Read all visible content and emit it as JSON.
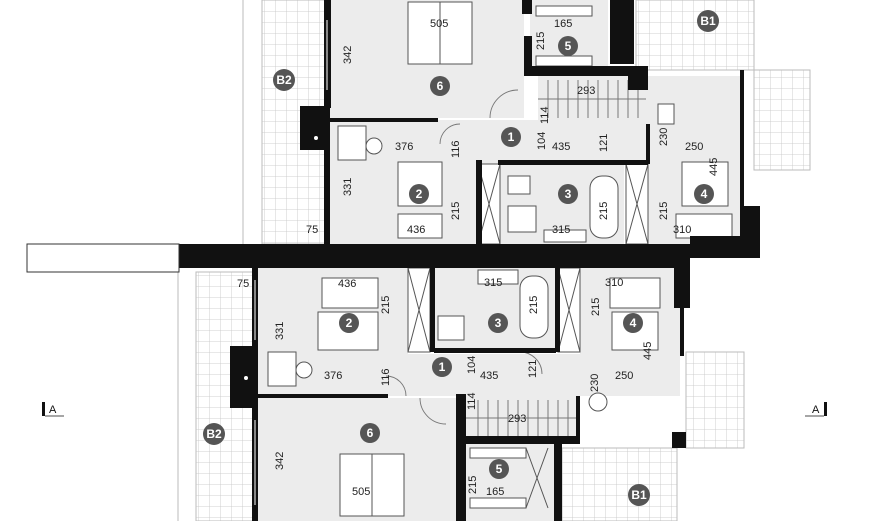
{
  "plan": {
    "colors": {
      "wall": "#111111",
      "floor": "#ececec",
      "badge": "#555555",
      "terrace_line": "#c4c4c4",
      "fixture_line": "#555555"
    },
    "room_badges": [
      {
        "label": "6",
        "unit": "upper"
      },
      {
        "label": "5",
        "unit": "upper"
      },
      {
        "label": "1",
        "unit": "upper"
      },
      {
        "label": "2",
        "unit": "upper"
      },
      {
        "label": "3",
        "unit": "upper"
      },
      {
        "label": "4",
        "unit": "upper"
      },
      {
        "label": "B1",
        "unit": "upper"
      },
      {
        "label": "B2",
        "unit": "upper"
      },
      {
        "label": "2",
        "unit": "lower"
      },
      {
        "label": "3",
        "unit": "lower"
      },
      {
        "label": "4",
        "unit": "lower"
      },
      {
        "label": "1",
        "unit": "lower"
      },
      {
        "label": "6",
        "unit": "lower"
      },
      {
        "label": "5",
        "unit": "lower"
      },
      {
        "label": "B2",
        "unit": "lower"
      },
      {
        "label": "B1",
        "unit": "lower"
      }
    ],
    "dimensions": [
      {
        "text": "505",
        "unit": "upper"
      },
      {
        "text": "165",
        "unit": "upper"
      },
      {
        "text": "342",
        "unit": "upper"
      },
      {
        "text": "215",
        "unit": "upper"
      },
      {
        "text": "293",
        "unit": "upper"
      },
      {
        "text": "114",
        "unit": "upper"
      },
      {
        "text": "376",
        "unit": "upper"
      },
      {
        "text": "116",
        "unit": "upper"
      },
      {
        "text": "104",
        "unit": "upper"
      },
      {
        "text": "435",
        "unit": "upper"
      },
      {
        "text": "121",
        "unit": "upper"
      },
      {
        "text": "230",
        "unit": "upper"
      },
      {
        "text": "250",
        "unit": "upper"
      },
      {
        "text": "331",
        "unit": "upper"
      },
      {
        "text": "215",
        "unit": "upper"
      },
      {
        "text": "215",
        "unit": "upper"
      },
      {
        "text": "215",
        "unit": "upper"
      },
      {
        "text": "445",
        "unit": "upper"
      },
      {
        "text": "75",
        "unit": "upper"
      },
      {
        "text": "436",
        "unit": "upper"
      },
      {
        "text": "315",
        "unit": "upper"
      },
      {
        "text": "310",
        "unit": "upper"
      },
      {
        "text": "436",
        "unit": "lower"
      },
      {
        "text": "75",
        "unit": "lower"
      },
      {
        "text": "315",
        "unit": "lower"
      },
      {
        "text": "310",
        "unit": "lower"
      },
      {
        "text": "331",
        "unit": "lower"
      },
      {
        "text": "215",
        "unit": "lower"
      },
      {
        "text": "215",
        "unit": "lower"
      },
      {
        "text": "215",
        "unit": "lower"
      },
      {
        "text": "445",
        "unit": "lower"
      },
      {
        "text": "376",
        "unit": "lower"
      },
      {
        "text": "116",
        "unit": "lower"
      },
      {
        "text": "104",
        "unit": "lower"
      },
      {
        "text": "435",
        "unit": "lower"
      },
      {
        "text": "121",
        "unit": "lower"
      },
      {
        "text": "230",
        "unit": "lower"
      },
      {
        "text": "250",
        "unit": "lower"
      },
      {
        "text": "114",
        "unit": "lower"
      },
      {
        "text": "293",
        "unit": "lower"
      },
      {
        "text": "342",
        "unit": "lower"
      },
      {
        "text": "215",
        "unit": "lower"
      },
      {
        "text": "165",
        "unit": "lower"
      },
      {
        "text": "505",
        "unit": "lower"
      }
    ],
    "section_markers": [
      {
        "label": "A",
        "side": "left"
      },
      {
        "label": "A",
        "side": "right"
      }
    ]
  }
}
